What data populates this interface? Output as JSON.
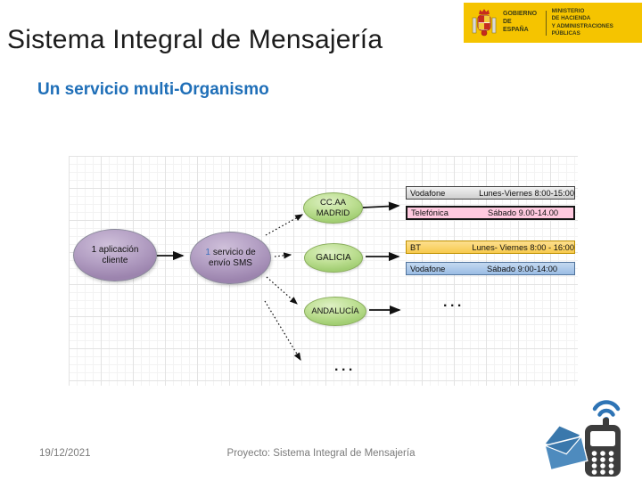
{
  "header": {
    "title": "Sistema Integral de Mensajería",
    "subtitle": "Un servicio multi-Organismo",
    "logo": {
      "government": "GOBIERNO\nDE ESPAÑA",
      "ministry": "MINISTERIO\nDE HACIENDA\nY ADMINISTRACIONES PÚBLICAS"
    }
  },
  "diagram": {
    "client_node": {
      "label": "1 aplicación\ncliente"
    },
    "service_node": {
      "num": "1",
      "label": "servicio de\nenvío SMS"
    },
    "regions": [
      {
        "label": "CC.AA\nMADRID"
      },
      {
        "label": "GALICIA"
      },
      {
        "label": "ANDALUCÍA"
      }
    ],
    "schedules": [
      {
        "operator": "Vodafone",
        "hours": "Lunes-Viernes 8:00-15:00"
      },
      {
        "operator": "Telefónica",
        "hours": "Sábado 9.00-14.00"
      },
      {
        "operator": "BT",
        "hours": "Lunes- Viernes 8:00 - 16:00"
      },
      {
        "operator": "Vodafone",
        "hours": "Sábado 9:00-14:00"
      }
    ],
    "ellipsis_right": "...",
    "ellipsis_bottom": "..."
  },
  "footer": {
    "date": "19/12/2021",
    "project": "Proyecto: Sistema Integral de Mensajería"
  },
  "icons": {
    "logo_icon": "spain-coat-of-arms-icon",
    "corner_icon": "sms-phone-envelope-icon"
  },
  "colors": {
    "accent_blue": "#1f6fb8",
    "logo_yellow": "#f5c400",
    "purple_node": "#b4a0c4",
    "green_node": "#bfe095",
    "bar_gray": "#d9d9d9",
    "bar_pink": "#ffc9df",
    "bar_yellow": "#f7ca4e",
    "bar_blue": "#9abce4",
    "icon_blue": "#2e74b5",
    "icon_dark": "#3d3d3d"
  }
}
